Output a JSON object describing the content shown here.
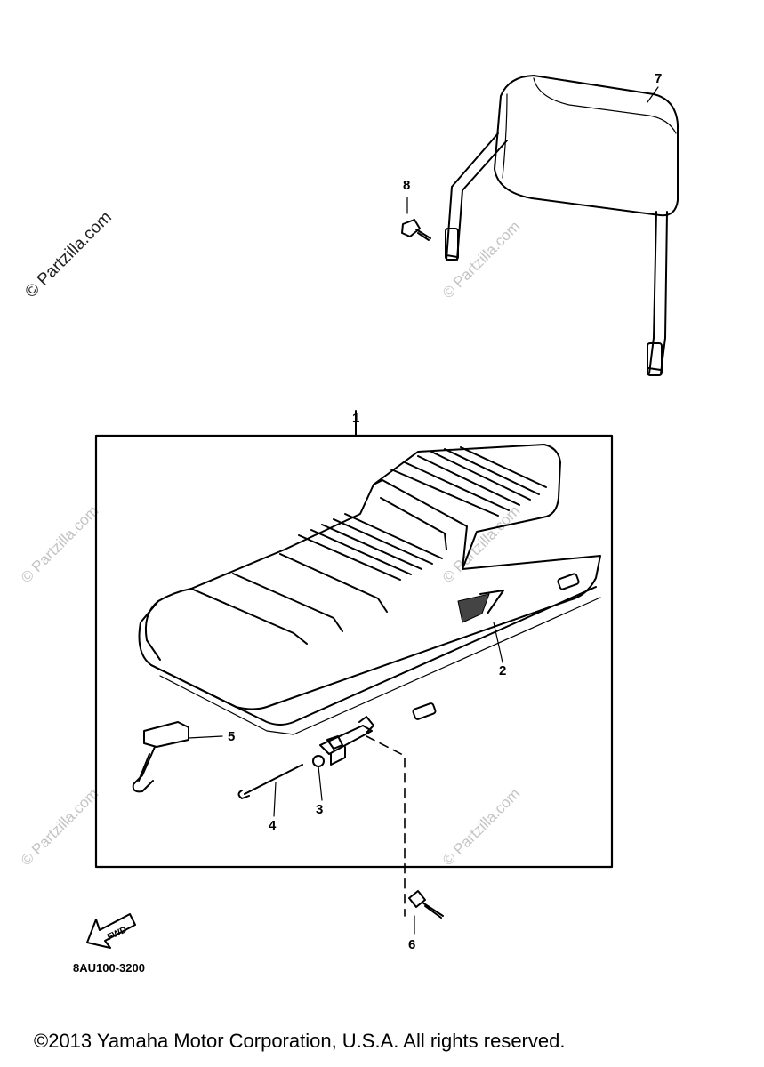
{
  "watermark": "© Partzilla.com",
  "callouts": {
    "c1": "1",
    "c2": "2",
    "c3": "3",
    "c4": "4",
    "c5": "5",
    "c6": "6",
    "c7": "7",
    "c8": "8"
  },
  "fwd_label": "FWD",
  "diagram_code": "8AU100-3200",
  "copyright": "©2013  Yamaha Motor Corporation, U.S.A. All rights reserved."
}
